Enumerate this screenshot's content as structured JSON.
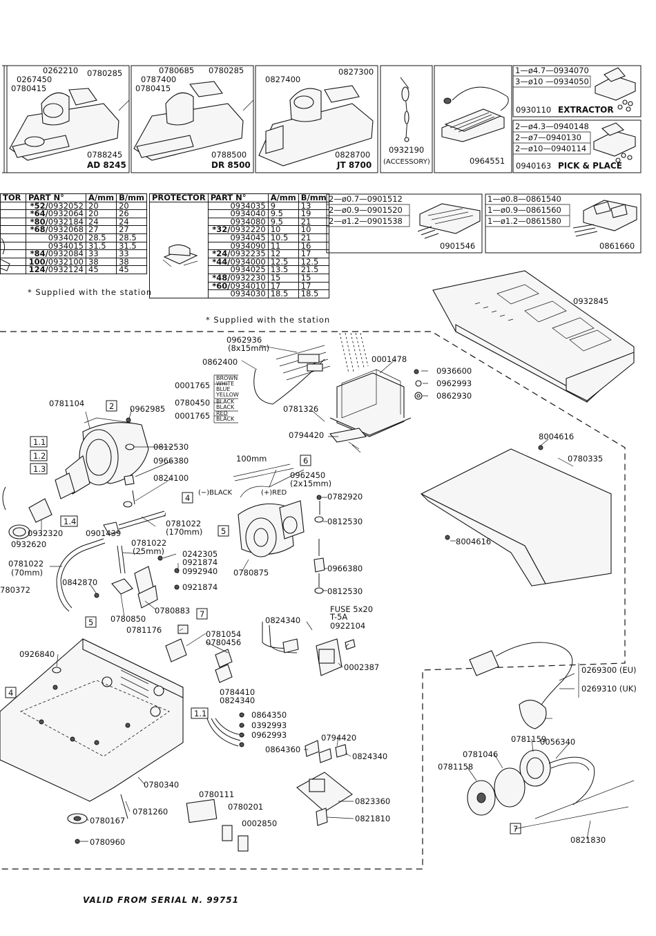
{
  "stations": [
    {
      "parts": [
        "0262210",
        "0267450",
        "0780415",
        "0780285"
      ],
      "code": "0788245",
      "name": "AD 8245"
    },
    {
      "parts": [
        "0780685",
        "0787400",
        "0780415",
        "0780285"
      ],
      "code": "0788500",
      "name": "DR 8500"
    },
    {
      "parts": [
        "0827400",
        "0827300"
      ],
      "code": "0828700",
      "name": "JT 8700"
    },
    {
      "code": "0932190",
      "note": "(ACCESSORY)"
    },
    {
      "code": "0964551"
    }
  ],
  "extractor": {
    "lines": [
      "1—ø4.7—0934070",
      "3—ø10 —0934050"
    ],
    "code": "0930110",
    "name": "EXTRACTOR"
  },
  "pick_place": {
    "lines": [
      "2—ø4.3—0940148",
      "2—ø7—0940130",
      "2—ø10—0940114"
    ],
    "code": "0940163",
    "name": "PICK & PLACE"
  },
  "kit_a": {
    "lines": [
      "2—ø0.7—0901512",
      "2—ø0.9—0901520",
      "2—ø1.2—0901538"
    ],
    "code": "0901546"
  },
  "kit_b": {
    "lines": [
      "1—ø0.8—0861540",
      "1—ø0.9—0861560",
      "1—ø1.2—0861580"
    ],
    "code": "0861660"
  },
  "table1": {
    "headers": [
      "TOR",
      "PART N°",
      "A/mm",
      "B/mm"
    ],
    "rows": [
      [
        "*52/",
        "0932052",
        "20",
        "20"
      ],
      [
        "*64/",
        "0932064",
        "20",
        "26"
      ],
      [
        "*80/",
        "0932184",
        "24",
        "24"
      ],
      [
        "*68/",
        "0932068",
        "27",
        "27"
      ],
      [
        "",
        "0934020",
        "28.5",
        "28.5"
      ],
      [
        "",
        "0934015",
        "31.5",
        "31.5"
      ],
      [
        "*84/",
        "0932084",
        "33",
        "33"
      ],
      [
        "100/",
        "0932100",
        "38",
        "38"
      ],
      [
        "124/",
        "0932124",
        "45",
        "45"
      ]
    ],
    "note": "* Supplied with the station"
  },
  "table2": {
    "headers": [
      "PROTECTOR",
      "PART N°",
      "A/mm",
      "B/mm"
    ],
    "rows": [
      [
        "",
        "0934035",
        "9",
        "13"
      ],
      [
        "",
        "0934040",
        "9.5",
        "19"
      ],
      [
        "",
        "0934080",
        "9.5",
        "21"
      ],
      [
        "*32/",
        "0932220",
        "10",
        "10"
      ],
      [
        "",
        "0934045",
        "10.5",
        "21"
      ],
      [
        "",
        "0934090",
        "11",
        "16"
      ],
      [
        "*24/",
        "0932235",
        "12",
        "17"
      ],
      [
        "*44/",
        "0934000",
        "12.5",
        "12.5"
      ],
      [
        "",
        "0934025",
        "13.5",
        "21.5"
      ],
      [
        "*48/",
        "0932230",
        "15",
        "15"
      ],
      [
        "*60/",
        "0934010",
        "17",
        "17"
      ],
      [
        "",
        "0934030",
        "18.5",
        "18.5"
      ]
    ],
    "note": "* Supplied with the station"
  },
  "labels": {
    "l0962936": "0962936",
    "l8x15": "(8x15mm)",
    "l0862400": "0862400",
    "l0001478": "0001478",
    "l0936600": "0936600",
    "l0962993a": "0962993",
    "l0862930": "0862930",
    "l0001765a": "0001765",
    "l0780450": "0780450",
    "l0001765b": "0001765",
    "w_brown": "BROWN",
    "w_white": "WHITE",
    "w_blue": "BLUE",
    "w_yellow": "YELLOW",
    "w_black1": "BLACK",
    "w_black2": "BLACK",
    "w_red": "RED",
    "w_black3": "BLACK",
    "l0781326": "0781326",
    "l0794420a": "0794420",
    "l0932845": "0932845",
    "l0781104": "0781104",
    "l0962985": "0962985",
    "l0812530a": "0812530",
    "l0966380a": "0966380",
    "l0824100": "0824100",
    "l0932320": "0932320",
    "l0932620": "0932620",
    "l0901439": "0901439",
    "l0781022a": "0781022",
    "l170": "(170mm)",
    "l0781022b": "0781022",
    "l25": "(25mm)",
    "l0242305": "0242305",
    "l0921874a": "0921874",
    "l0992940": "0992940",
    "l0921874b": "0921874",
    "l0781022c": "0781022",
    "l70": "(70mm)",
    "l780372": "780372",
    "l0842870": "0842870",
    "l0780850": "0780850",
    "l0780883": "0780883",
    "l100mm": "100mm",
    "l0962450": "0962450",
    "l2x15": "(2x15mm)",
    "lneg": "(−)BLACK",
    "lpos": "(+)RED",
    "l0782920": "0782920",
    "l0812530b": "0812530",
    "l0780875": "0780875",
    "l0966380b": "0966380",
    "l0812530c": "0812530",
    "l8004616a": "8004616",
    "l0780335": "0780335",
    "l8004616b": "8004616",
    "lfuse": "FUSE 5x20",
    "lt5a": "T-5A",
    "l0922104": "0922104",
    "l0824340a": "0824340",
    "l0002387": "0002387",
    "l0781176": "0781176",
    "l0781054": "0781054",
    "l0780456": "0780456",
    "l0926840": "0926840",
    "l0784410": "0784410",
    "l0824340b": "0824340",
    "l0864350": "0864350",
    "l0392993": "0392993",
    "l0962993b": "0962993",
    "l0864360": "0864360",
    "l0794420b": "0794420",
    "l0824340c": "0824340",
    "l0823360": "0823360",
    "l0821810": "0821810",
    "l0780340": "0780340",
    "l0780111": "0780111",
    "l0780201": "0780201",
    "l0002850": "0002850",
    "l0781260": "0781260",
    "l0780167": "0780167",
    "l0780960": "0780960",
    "l0269300": "0269300 (EU)",
    "l0269310": "0269310 (UK)",
    "l0781159": "0781159",
    "l0056340": "0056340",
    "l0781046": "0781046",
    "l0781158": "0781158",
    "l0821830": "0821830"
  },
  "boxes": {
    "b1_1": "1.1",
    "b1_2": "1.2",
    "b1_3": "1.3",
    "b1_4": "1.4",
    "b2": "2",
    "b4a": "4",
    "b4b": "4",
    "b5a": "5",
    "b5b": "5",
    "b6": "6",
    "b7a": "7",
    "b7b": "7",
    "b1_1b": "1.1"
  },
  "footer": "VALID FROM SERIAL N. 99751"
}
